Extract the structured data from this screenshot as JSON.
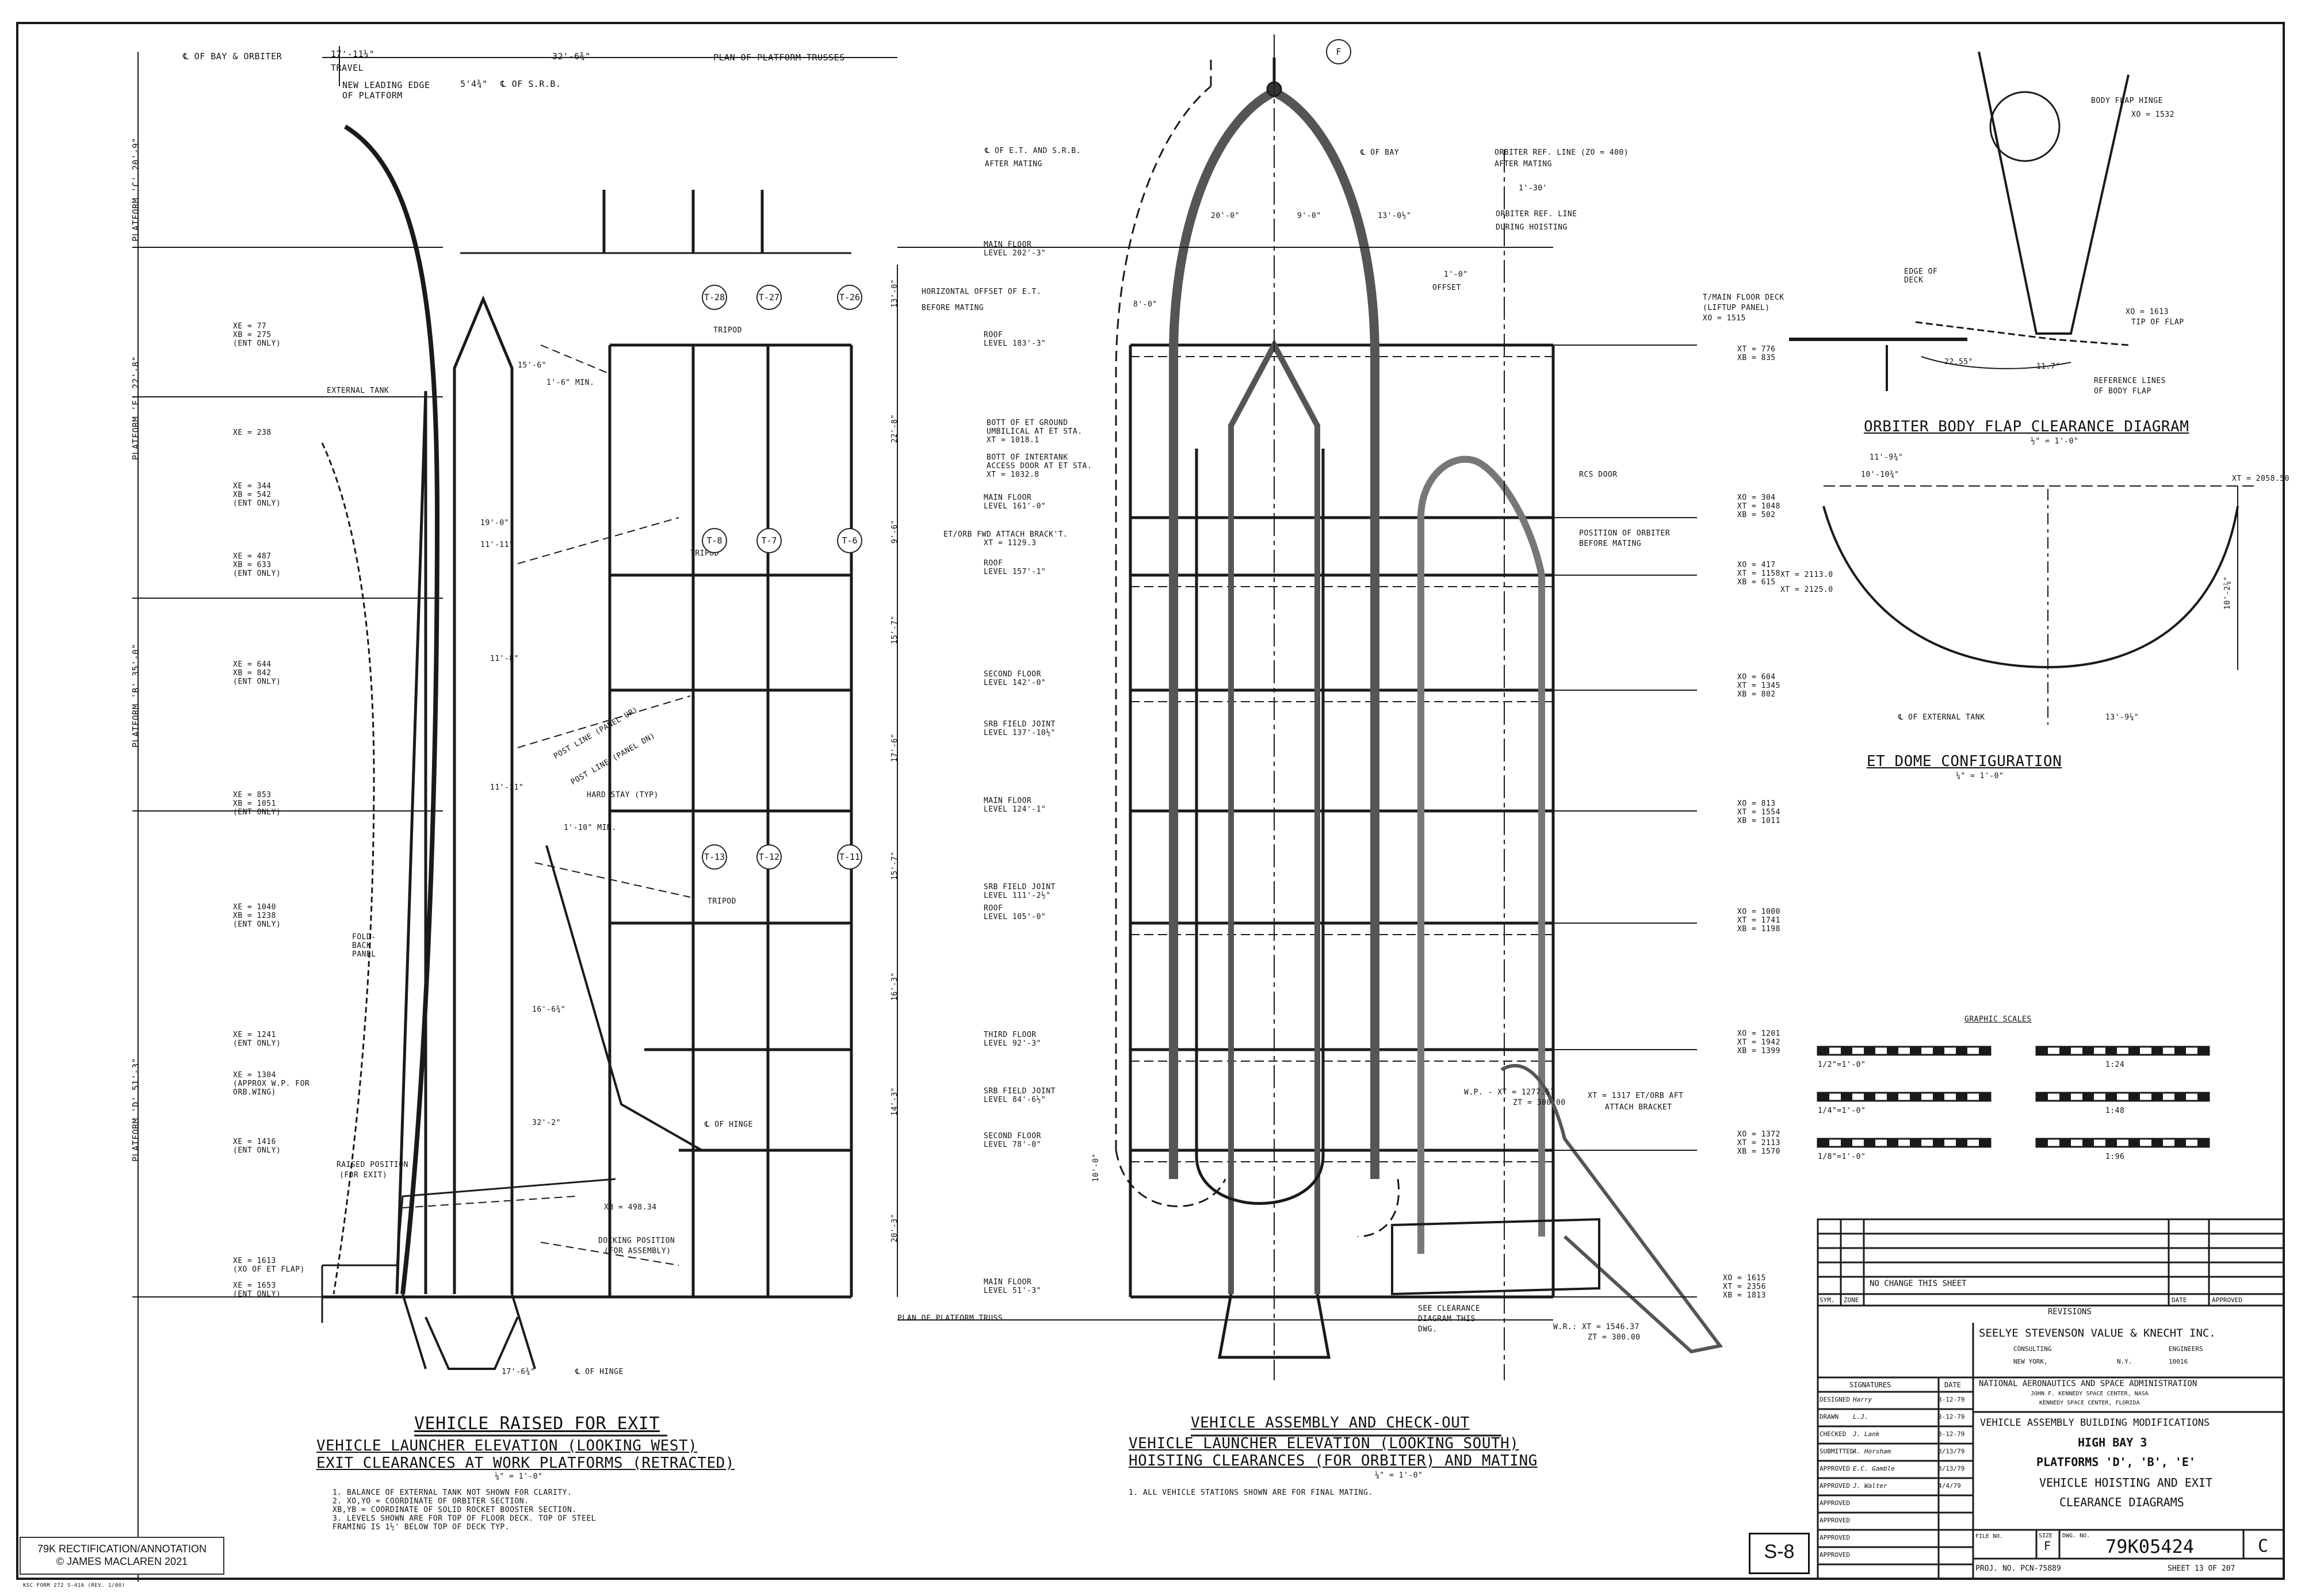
{
  "header": {
    "bay_orbiter": "℄ OF BAY & ORBITER",
    "travel_dim": "17'-11¼\"",
    "travel_label": "TRAVEL",
    "new_leading_edge": "NEW LEADING EDGE",
    "of_platform": "OF PLATFORM",
    "leading_dim": "5'4¾\"",
    "cl_srb": "℄ OF S.R.B.",
    "plan_dim": "32'-6¾\"",
    "plan_trusses": "PLAN OF PLATFORM TRUSSES",
    "section_bubble": "F"
  },
  "platforms": [
    {
      "label": "PLATFORM 'C'",
      "dim": "20'-9\""
    },
    {
      "label": "PLATFORM 'E'",
      "dim": "22'-8\""
    },
    {
      "label": "PLATFORM 'B'",
      "dim": "35'-0\""
    },
    {
      "label": "PLATFORM 'D'",
      "dim": "51'-3\""
    }
  ],
  "left_stations": [
    {
      "l1": "XE = 77",
      "l2": "XB = 275",
      "l3": "(ENT ONLY)"
    },
    {
      "l1": "XE = 238",
      "l2": "",
      "l3": ""
    },
    {
      "l1": "XE = 344",
      "l2": "XB = 542",
      "l3": "(ENT ONLY)"
    },
    {
      "l1": "XE = 487",
      "l2": "XB = 633",
      "l3": "(ENT ONLY)"
    },
    {
      "l1": "XE = 644",
      "l2": "XB = 842",
      "l3": "(ENT ONLY)"
    },
    {
      "l1": "XE = 853",
      "l2": "XB = 1051",
      "l3": "(ENT ONLY)"
    },
    {
      "l1": "XE = 1040",
      "l2": "XB = 1238",
      "l3": "(ENT ONLY)"
    },
    {
      "l1": "XE = 1241",
      "l2": "(ENT ONLY)",
      "l3": ""
    },
    {
      "l1": "XE = 1304",
      "l2": "(APPROX W.P. FOR",
      "l3": "ORB.WING)"
    },
    {
      "l1": "XE = 1416",
      "l2": "(ENT ONLY)",
      "l3": ""
    },
    {
      "l1": "XE = 1613",
      "l2": "(XO OF ET FLAP)",
      "l3": ""
    },
    {
      "l1": "XE = 1653",
      "l2": "(ENT ONLY)",
      "l3": ""
    }
  ],
  "left_notes": {
    "external_tank": "EXTERNAL TANK",
    "tripod": "TRIPOD",
    "fold_back_panel": "FOLD-BACK PANEL",
    "raised_position": "RAISED POSITION",
    "for_exit": "(FOR EXIT)",
    "docking_position": "DOCKING POSITION",
    "for_assembly": "(FOR ASSEMBLY)",
    "hard_stay": "HARD STAY (TYP)",
    "cl_of_hinge": "℄ OF HINGE",
    "dim_17_6": "17'-6¾\"",
    "dim_15_6": "15'-6\"",
    "dim_19_0": "19'-0\"",
    "dim_11_11": "11'-11\"",
    "dim_11_8": "11'-8\"",
    "dim_16_6": "16'-6¾\"",
    "dim_32_2": "32'-2\"",
    "min_1_6": "1'-6\" MIN.",
    "min_1_10": "1'-10\" MIN.",
    "post_line": "POST LINE (PANEL UP)",
    "post_line2": "POST LINE (PANEL DN)",
    "xb_498": "XB = 498.34"
  },
  "truss_bubbles": [
    "T-28",
    "T-27",
    "T-26",
    "T-8",
    "T-7",
    "T-6",
    "T-13",
    "T-12",
    "T-11"
  ],
  "floor_levels": [
    {
      "l1": "MAIN FLOOR",
      "l2": "LEVEL 202'-3\""
    },
    {
      "l1": "ROOF",
      "l2": "LEVEL 183'-3\""
    },
    {
      "l1": "BOTT OF ET GROUND",
      "l2": "UMBILICAL AT ET STA.",
      "l3": "XT = 1018.1"
    },
    {
      "l1": "BOTT OF INTERTANK",
      "l2": "ACCESS DOOR AT ET STA.",
      "l3": "XT = 1032.8"
    },
    {
      "l1": "MAIN FLOOR",
      "l2": "LEVEL 161'-0\""
    },
    {
      "l1": "ET/ORB FWD ATTACH BRACK'T.",
      "l2": "XT = 1129.3"
    },
    {
      "l1": "ROOF",
      "l2": "LEVEL 157'-1\""
    },
    {
      "l1": "SECOND FLOOR",
      "l2": "LEVEL 142'-0\""
    },
    {
      "l1": "SRB FIELD JOINT",
      "l2": "LEVEL 137'-10½\""
    },
    {
      "l1": "MAIN FLOOR",
      "l2": "LEVEL 124'-1\""
    },
    {
      "l1": "SRB FIELD JOINT",
      "l2": "LEVEL 111'-2½\""
    },
    {
      "l1": "ROOF",
      "l2": "LEVEL 105'-0\""
    },
    {
      "l1": "THIRD FLOOR",
      "l2": "LEVEL 92'-3\""
    },
    {
      "l1": "SRB FIELD JOINT",
      "l2": "LEVEL 84'-6½\""
    },
    {
      "l1": "SECOND FLOOR",
      "l2": "LEVEL 78'-0\""
    },
    {
      "l1": "MAIN FLOOR",
      "l2": "LEVEL 51'-3\""
    }
  ],
  "vertical_dims": [
    "13'-0\"",
    "22'-8\"",
    "9'-6\"",
    "15'-7\"",
    "17'-6\"",
    "15'-7\"",
    "16'-3\"",
    "14'-3\"",
    "20'-3\"",
    "10'-0\""
  ],
  "center_notes": {
    "cl_et_srb": "℄ OF E.T. AND S.R.B.",
    "after_mating": "AFTER MATING",
    "cl_bay": "℄ OF BAY",
    "orbiter_ref_line": "ORBITER REF. LINE (ZO = 400)",
    "after_mating2": "AFTER MATING",
    "orbiter_ref_hoisting": "ORBITER REF. LINE",
    "during_hoisting": "DURING HOISTING",
    "dim_1_30": "1'-30'",
    "dim_20_0": "20'-0\"",
    "dim_9_0": "9'-0\"",
    "dim_13_0": "13'-0½\"",
    "horizontal_offset": "HORIZONTAL OFFSET OF E.T.",
    "before_mating": "BEFORE MATING",
    "dim_8_0": "8'-0\"",
    "dim_1_0_offset": "1'-0\"",
    "offset": "OFFSET",
    "plan_truss": "PLAN OF PLATFORM TRUSS",
    "rcs_door": "RCS DOOR",
    "position_orbiter": "POSITION OF ORBITER",
    "before_mating2": "BEFORE MATING",
    "main_floor_deck": "T/MAIN FLOOR DECK",
    "liftup_panel": "(LIFTUP PANEL)",
    "xo_1515": "XO = 1515",
    "wp": "W.P. - XT = 1277.57",
    "wp2": "ZT = 300.00",
    "xt_1317": "XT = 1317  ET/ORB AFT",
    "attach_bracket": "ATTACH BRACKET",
    "see_clearance": "SEE CLEARANCE",
    "diagram_this": "DIAGRAM THIS",
    "dwg": "DWG.",
    "wr": "W.R.: XT = 1546.37",
    "wr2": "ZT = 300.00"
  },
  "right_stations": [
    {
      "l1": "XT = 776",
      "l2": "XB = 835"
    },
    {
      "l1": "XO = 304",
      "l2": "XT = 1048",
      "l3": "XB = 502"
    },
    {
      "l1": "XO = 417",
      "l2": "XT = 1158",
      "l3": "XB = 615"
    },
    {
      "l1": "XO = 604",
      "l2": "XT = 1345",
      "l3": "XB = 802"
    },
    {
      "l1": "XO = 813",
      "l2": "XT = 1554",
      "l3": "XB = 1011"
    },
    {
      "l1": "XO = 1000",
      "l2": "XT = 1741",
      "l3": "XB = 1198"
    },
    {
      "l1": "XO = 1201",
      "l2": "XT = 1942",
      "l3": "XB = 1399"
    },
    {
      "l1": "XO = 1372",
      "l2": "XT = 2113",
      "l3": "XB = 1570"
    },
    {
      "l1": "XO = 1615",
      "l2": "XT = 2356",
      "l3": "XB = 1813"
    }
  ],
  "diagrams": {
    "body_flap_title": "ORBITER BODY FLAP CLEARANCE DIAGRAM",
    "body_flap_scale": "½\" = 1'-0\"",
    "body_flap_hinge": "BODY FLAP HINGE",
    "xo_1532": "XO = 1532",
    "edge_of_deck": "EDGE OF DECK",
    "xo_1613": "XO = 1613",
    "tip_of_flap": "TIP OF FLAP",
    "reference_lines": "REFERENCE LINES",
    "of_body_flap": "OF BODY FLAP",
    "dim_22_55": "22.55°",
    "dim_11_7": "11.7°",
    "et_dome_title": "ET DOME CONFIGURATION",
    "et_dome_scale": "¼\" = 1'-0\"",
    "dim_11_9": "11'-9¾\"",
    "dim_10_10": "10'-10¾\"",
    "xt_2113": "XT = 2113.0",
    "xt_2125": "XT = 2125.0",
    "xt_2058": "XT = 2058.50",
    "cl_external_tank": "℄ OF EXTERNAL TANK",
    "dim_13_9": "13'-9¼\"",
    "dim_10_2": "10'-2⅞\"",
    "graphic_scales": "GRAPHIC SCALES",
    "scales": [
      "1/2\"=1'-0\"",
      "1:24",
      "1/4\"=1'-0\"",
      "1:48",
      "1/8\"=1'-0\"",
      "1:96"
    ]
  },
  "captions": {
    "left_title": "VEHICLE RAISED FOR EXIT",
    "left_sub1": "VEHICLE LAUNCHER ELEVATION (LOOKING WEST)",
    "left_sub2": "EXIT CLEARANCES AT WORK PLATFORMS (RETRACTED)",
    "left_scale": "⅛\" = 1'-0\"",
    "center_title": "VEHICLE ASSEMBLY AND CHECK-OUT",
    "center_sub1": "VEHICLE LAUNCHER ELEVATION (LOOKING SOUTH)",
    "center_sub2": "HOISTING CLEARANCES (FOR ORBITER) AND MATING",
    "center_scale": "⅛\" = 1'-0\"",
    "center_note": "1. ALL VEHICLE STATIONS SHOWN ARE FOR FINAL MATING."
  },
  "notes": [
    "1.  BALANCE OF EXTERNAL TANK NOT SHOWN FOR CLARITY.",
    "2.  XO,YO = COORDINATE OF ORBITER SECTION.",
    "    XB,YB = COORDINATE OF SOLID ROCKET BOOSTER SECTION.",
    "3.  LEVELS SHOWN ARE FOR TOP OF FLOOR DECK. TOP OF STEEL",
    "    FRAMING IS 1½' BELOW TOP OF DECK TYP."
  ],
  "title_block": {
    "revision_note": "NO CHANGE THIS SHEET",
    "sym": "SYM.",
    "zone": "ZONE",
    "revisions": "REVISIONS",
    "date_col": "DATE",
    "approved_col": "APPROVED",
    "firm": "SEELYE STEVENSON VALUE & KNECHT INC.",
    "consulting": "CONSULTING",
    "engineers": "ENGINEERS",
    "city": "NEW YORK,",
    "state": "N.Y.",
    "zip": "10016",
    "agency": "NATIONAL AERONAUTICS AND SPACE ADMINISTRATION",
    "center": "JOHN F. KENNEDY SPACE CENTER, NASA",
    "center2": "KENNEDY SPACE CENTER, FLORIDA",
    "project": "VEHICLE ASSEMBLY BUILDING MODIFICATIONS",
    "bay": "HIGH BAY 3",
    "platforms": "PLATFORMS 'D', 'B', 'E'",
    "dwg_title1": "VEHICLE HOISTING AND EXIT",
    "dwg_title2": "CLEARANCE DIAGRAMS",
    "signatures_hdr": "SIGNATURES",
    "sig_date_hdr": "DATE",
    "sig_rows": [
      {
        "role": "DESIGNED",
        "name": "Harry",
        "date": "3-12-79"
      },
      {
        "role": "DRAWN",
        "name": "L.J.",
        "date": "3-12-79"
      },
      {
        "role": "CHECKED",
        "name": "J. Lank",
        "date": "3-12-79"
      },
      {
        "role": "SUBMITTED",
        "name": "A. Horsham",
        "date": "3/13/79"
      },
      {
        "role": "APPROVED",
        "name": "E.C. Gamble",
        "date": "3/13/79"
      },
      {
        "role": "APPROVED",
        "name": "J. Walter",
        "date": "4/4/79"
      },
      {
        "role": "APPROVED",
        "name": "",
        "date": ""
      },
      {
        "role": "APPROVED",
        "name": "",
        "date": ""
      },
      {
        "role": "APPROVED",
        "name": "",
        "date": ""
      },
      {
        "role": "APPROVED",
        "name": "",
        "date": ""
      }
    ],
    "file_no": "FILE NO.",
    "size_label": "SIZE",
    "size": "F",
    "dwg_no_label": "DWG. NO.",
    "dwg_no": "79K05424",
    "rev": "C",
    "proj_no": "PROJ. NO.  PCN-75889",
    "sheet": "SHEET 13 OF 207"
  },
  "sheet_number": "S-8",
  "credit_line1": "79K RECTIFICATION/ANNOTATION",
  "credit_line2": "© JAMES MACLAREN 2021",
  "tiny_footer": "KSC FORM 272 S-41A (REV. 1/80)"
}
